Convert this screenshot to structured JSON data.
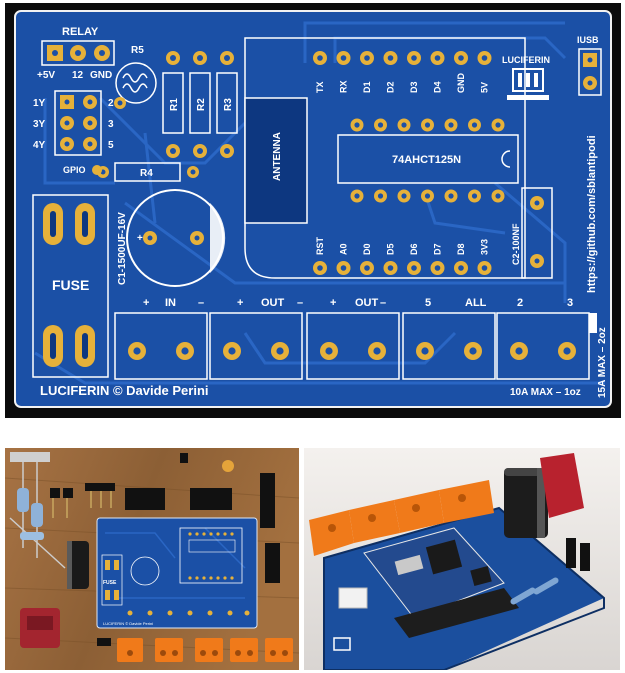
{
  "render": {
    "title": "LUCIFERIN PCB render",
    "relay": "RELAY",
    "relay_pins": [
      "+5V",
      "12",
      "GND"
    ],
    "r5": "R5",
    "resistors": [
      "R1",
      "R2",
      "R3"
    ],
    "r4": "R4",
    "antenna": "ANTENNA",
    "ic": "74AHCT125N",
    "wemos_top": [
      "TX",
      "RX",
      "D1",
      "D2",
      "D3",
      "D4",
      "GND",
      "5V"
    ],
    "wemos_bottom": [
      "RST",
      "A0",
      "D0",
      "D5",
      "D6",
      "D7",
      "D8",
      "3V3"
    ],
    "logo": "LUCIFERIN",
    "usb": "IUSB",
    "url": "https://github.com/sblantipodi",
    "jumpers": [
      "1Y",
      "3Y",
      "4Y"
    ],
    "jumper_nums": [
      "2",
      "3",
      "5"
    ],
    "gpio": "GPIO",
    "cap_big": "C1-1500UF-16V",
    "cap_small": "C2-100NF",
    "fuse": "FUSE",
    "terminal_labels": [
      "+",
      "IN",
      "–",
      "+",
      "OUT",
      "–",
      "+",
      "OUT",
      "–",
      "5",
      "ALL",
      "2",
      "3"
    ],
    "credit": "LUCIFERIN © Davide Perini",
    "max_10": "10A MAX – 1oz",
    "max_15": "15A MAX – 2oz"
  },
  "photo_left": {
    "board_fuse": "FUSE",
    "board_credit": "LUCIFERIN © Davide Perini"
  },
  "colors": {
    "board": "#1b50a6",
    "board_dark": "#0d3780",
    "trace": "#2a66c4",
    "pad": "#e6b13a",
    "silk": "#ffffff",
    "bg_black": "#0b0b0b",
    "terminal_orange": "#f07a1a",
    "wood": "#9a6a3c"
  }
}
